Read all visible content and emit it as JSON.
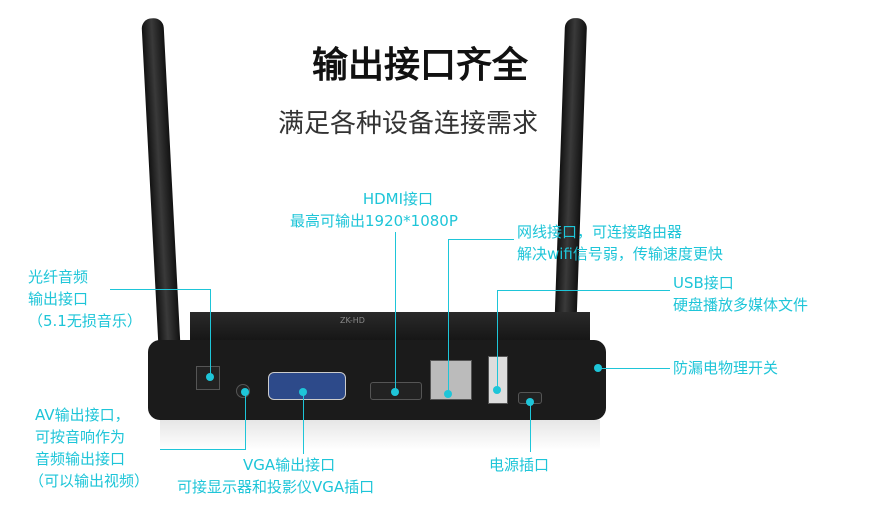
{
  "title": "输出接口齐全",
  "subtitle": "满足各种设备连接需求",
  "device_label": "ZK-HD",
  "callouts": {
    "hdmi": [
      "HDMI接口",
      "最高可输出1920*1080P"
    ],
    "ethernet": [
      "网线接口，可连接路由器",
      "解决wifi信号弱，传输速度更快"
    ],
    "usb": [
      "USB接口",
      "硬盘播放多媒体文件"
    ],
    "power_switch": [
      "防漏电物理开关"
    ],
    "optical": [
      "光纤音频",
      "输出接口",
      "（5.1无损音乐）"
    ],
    "av": [
      "AV输出接口，",
      "可按音响作为",
      "音频输出接口",
      "（可以输出视频）"
    ],
    "vga": [
      "VGA输出接口",
      "可接显示器和投影仪VGA插口"
    ],
    "power": [
      "电源插口"
    ]
  },
  "colors": {
    "accent": "#1ec5d8",
    "device": "#1b1b1b"
  }
}
